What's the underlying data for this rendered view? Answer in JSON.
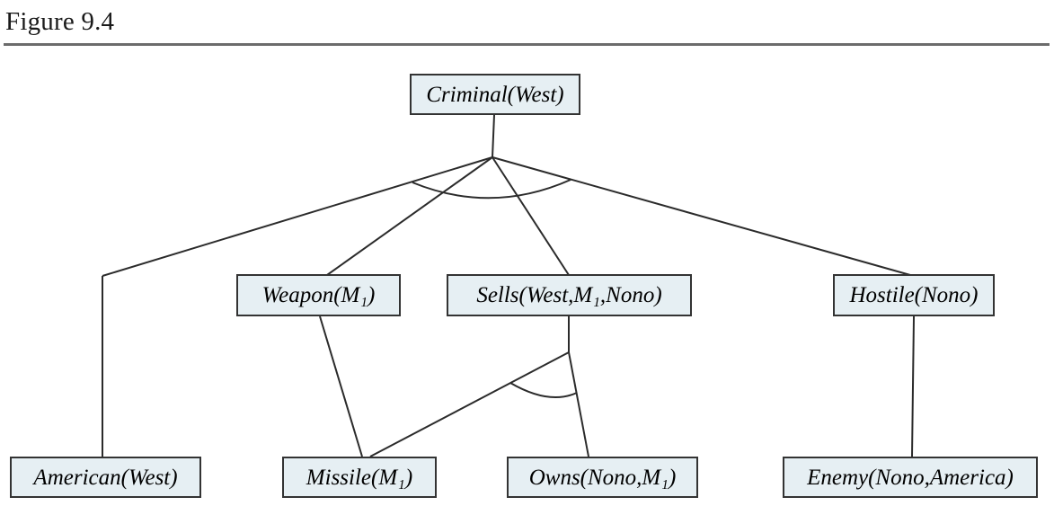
{
  "figure": {
    "caption": "Figure 9.4"
  },
  "tree": {
    "nodes": {
      "criminal": {
        "label": "Criminal(West)"
      },
      "weapon": {
        "label": "Weapon(M₁)"
      },
      "sells": {
        "label": "Sells(West,M₁,Nono)"
      },
      "hostile": {
        "label": "Hostile(Nono)"
      },
      "american": {
        "label": "American(West)"
      },
      "missile": {
        "label": "Missile(M₁)"
      },
      "owns": {
        "label": "Owns(Nono,M₁)"
      },
      "enemy": {
        "label": "Enemy(Nono,America)"
      }
    },
    "edges": [
      {
        "from": "criminal",
        "to": [
          "american",
          "weapon",
          "sells",
          "hostile"
        ],
        "type": "and"
      },
      {
        "from": "weapon",
        "to": [
          "missile"
        ],
        "type": "single"
      },
      {
        "from": "sells",
        "to": [
          "missile",
          "owns"
        ],
        "type": "and"
      },
      {
        "from": "hostile",
        "to": [
          "enemy"
        ],
        "type": "single"
      }
    ],
    "colors": {
      "node_fill": "#e6eff3",
      "node_border": "#333333",
      "edge_stroke": "#2b2b2b",
      "divider": "#6b6b6b",
      "text": "#000000"
    }
  }
}
